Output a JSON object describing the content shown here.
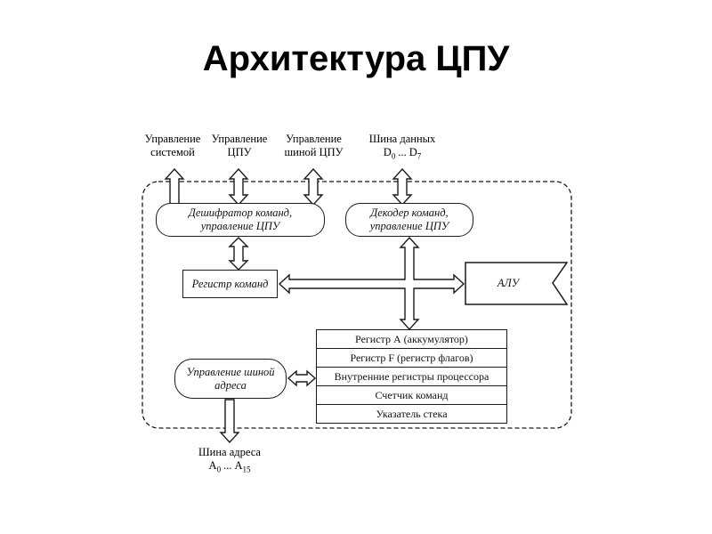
{
  "title": "Архитектура ЦПУ",
  "diagram": {
    "top_labels": [
      {
        "line1": "Управление",
        "line2": "системой"
      },
      {
        "line1": "Управление",
        "line2": "ЦПУ"
      },
      {
        "line1": "Управление",
        "line2": "шиной ЦПУ"
      }
    ],
    "data_bus": {
      "line1": "Шина данных",
      "sym1": "D",
      "sub1": "0",
      "dots": "...",
      "sym2": "D",
      "sub2": "7"
    },
    "addr_bus": {
      "line1": "Шина адреса",
      "sym1": "A",
      "sub1": "0",
      "dots": "...",
      "sym2": "A",
      "sub2": "15"
    },
    "boxes": {
      "decoder1": {
        "line1": "Дешифратор команд,",
        "line2": "управление ЦПУ"
      },
      "decoder2": {
        "line1": "Декодер команд,",
        "line2": "управление ЦПУ"
      },
      "cmd_register": "Регистр команд",
      "alu": "АЛУ",
      "addr_bus_control": {
        "line1": "Управление шиной",
        "line2": "адреса"
      }
    },
    "registers": [
      "Регистр А (аккумулятор)",
      "Регистр F (регистр флагов)",
      "Внутренние регистры процессора",
      "Счетчик команд",
      "Указатель стека"
    ],
    "colors": {
      "ink": "#1a1a1a",
      "background": "#ffffff"
    }
  }
}
